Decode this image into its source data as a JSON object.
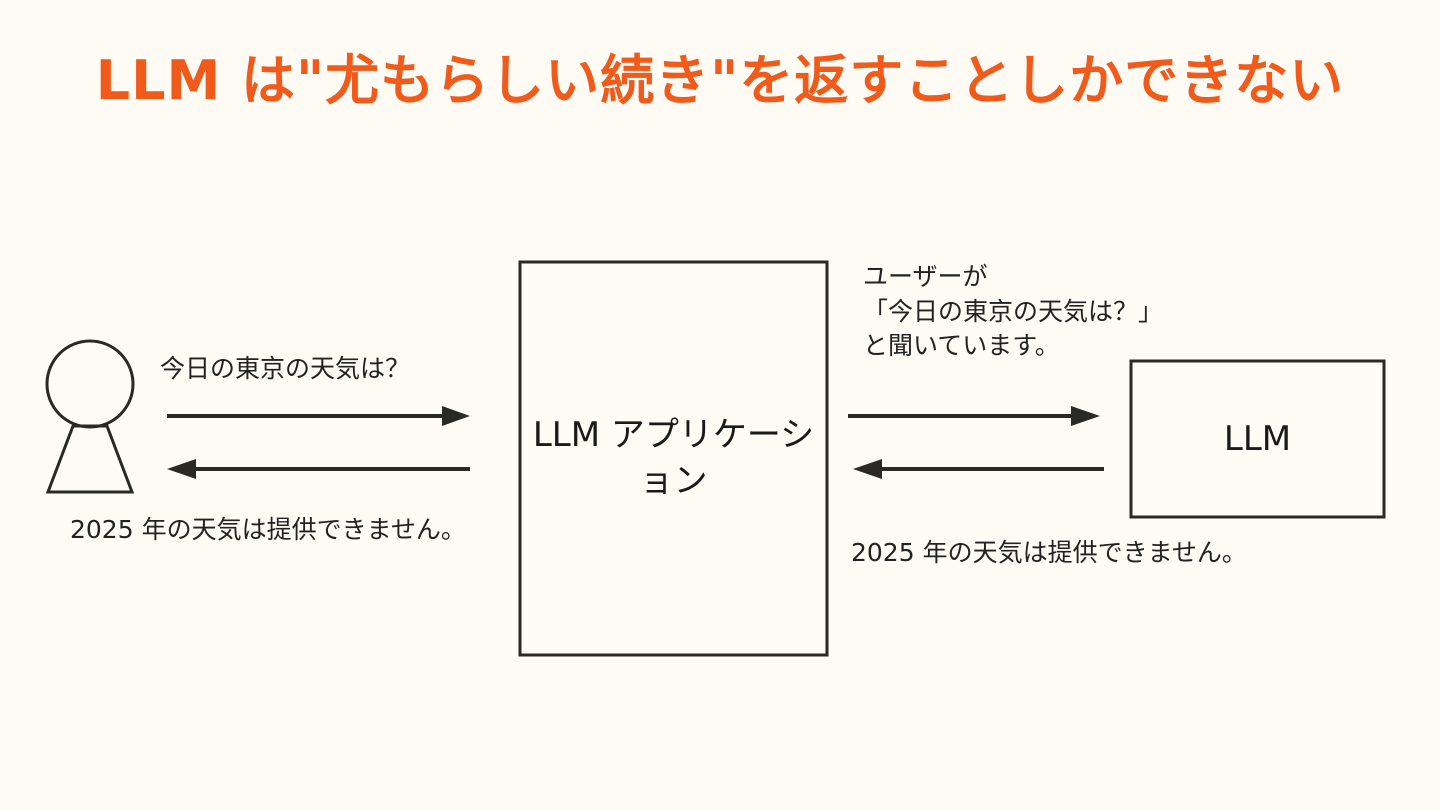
{
  "title": "LLM は\"尤もらしい続き\"を返すことしかできない",
  "user_question": "今日の東京の天気は？",
  "app_response": "2025 年の天気は提供できません。",
  "app_box_label": "LLM アプリケーション",
  "llm_box_label": "LLM",
  "app_to_llm_message": {
    "line1": "ユーザーが",
    "line2": "「今日の東京の天気は？」",
    "line3": "と聞いています。"
  },
  "llm_response": "2025 年の天気は提供できません。",
  "colors": {
    "title": "#f05a1a",
    "background": "#fdfbf4",
    "stroke": "#2a2a24"
  }
}
